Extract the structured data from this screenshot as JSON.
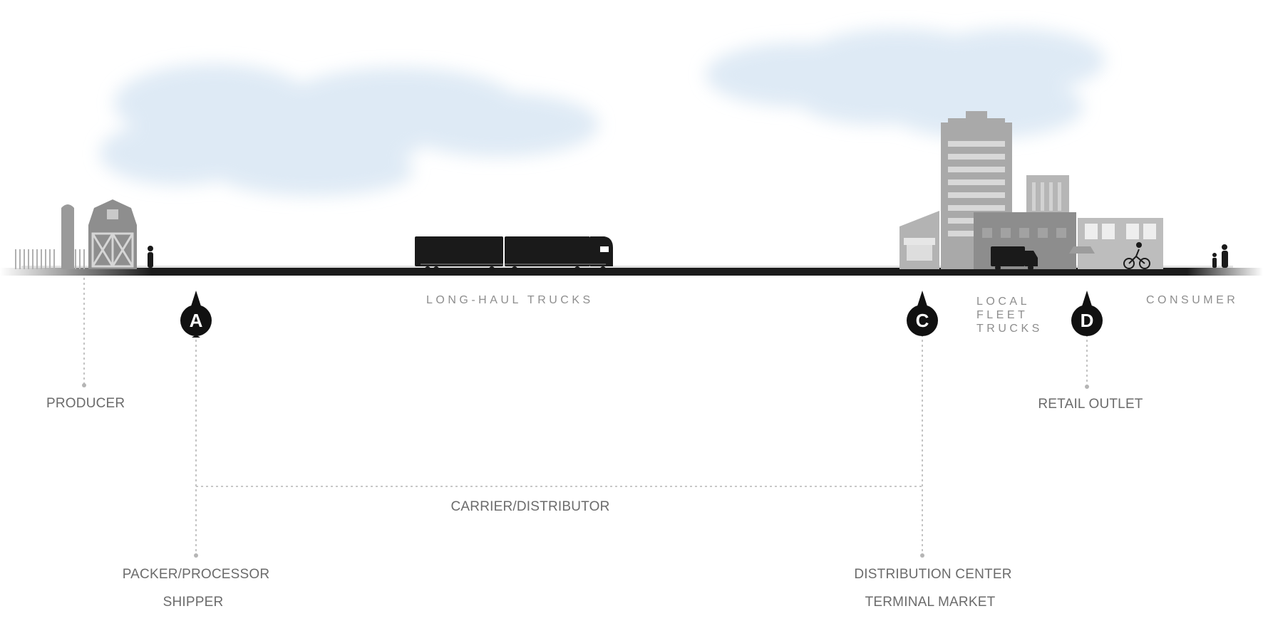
{
  "labels": {
    "long_haul": "LONG-HAUL TRUCKS",
    "local_fleet": [
      "LOCAL",
      "FLEET",
      "TRUCKS"
    ],
    "consumer": "CONSUMER",
    "producer": "PRODUCER",
    "retail_outlet": "RETAIL OUTLET",
    "carrier": "CARRIER/DISTRIBUTOR",
    "packer": "PACKER/PROCESSOR",
    "shipper": "SHIPPER",
    "distribution_center": "DISTRIBUTION CENTER",
    "terminal_market": "TERMINAL MARKET"
  },
  "markers": {
    "a": "A",
    "c": "C",
    "d": "D"
  },
  "colors": {
    "road": "#1b1b1b",
    "building": "#a8a8a8",
    "dark": "#1a1a1a",
    "cloud": "#d9e7f3",
    "dots": "#b5b5b5"
  }
}
